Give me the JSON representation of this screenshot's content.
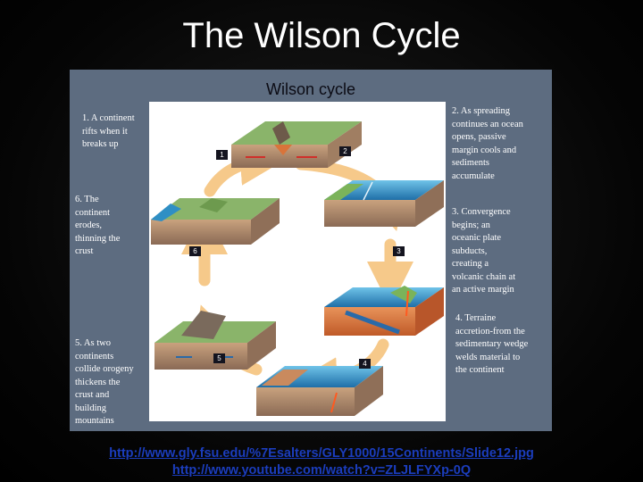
{
  "slide": {
    "title": "The Wilson Cycle"
  },
  "figure": {
    "title": "Wilson cycle",
    "captions": [
      {
        "id": "1",
        "text": "1. A continent\nrifts when it\nbreaks up"
      },
      {
        "id": "2",
        "text": "2. As spreading\ncontinues an ocean\nopens, passive\nmargin cools and\nsediments\naccumulate"
      },
      {
        "id": "3",
        "text": "3. Convergence\nbegins; an\noceanic plate\nsubducts,\ncreating a\nvolcanic chain at\nan active margin"
      },
      {
        "id": "4",
        "text": "4. Terraine\naccretion-from the\nsedimentary wedge\nwelds material to\nthe continent"
      },
      {
        "id": "5",
        "text": "5. As two\ncontinents\ncollide orogeny\nthickens the\ncrust and\nbuilding\nmountains"
      },
      {
        "id": "6",
        "text": "6. The\ncontinent\nerodes,\nthinning the\ncrust"
      }
    ],
    "step_labels": [
      "1",
      "2",
      "3",
      "4",
      "5",
      "6"
    ]
  },
  "links": [
    "http://www.gly.fsu.edu/%7Esalters/GLY1000/15Continents/Slide12.jpg",
    "http://www.youtube.com/watch?v=ZLJLFYXp-0Q"
  ],
  "colors": {
    "cycle_arrow": "#f6c98a",
    "ocean": "#2f8fc4",
    "land_top": "#7bb35a",
    "crust": "#b88b6a",
    "mantle": "#d9743a",
    "figure_background": "#5d6c80",
    "link": "#1b3dbd"
  }
}
